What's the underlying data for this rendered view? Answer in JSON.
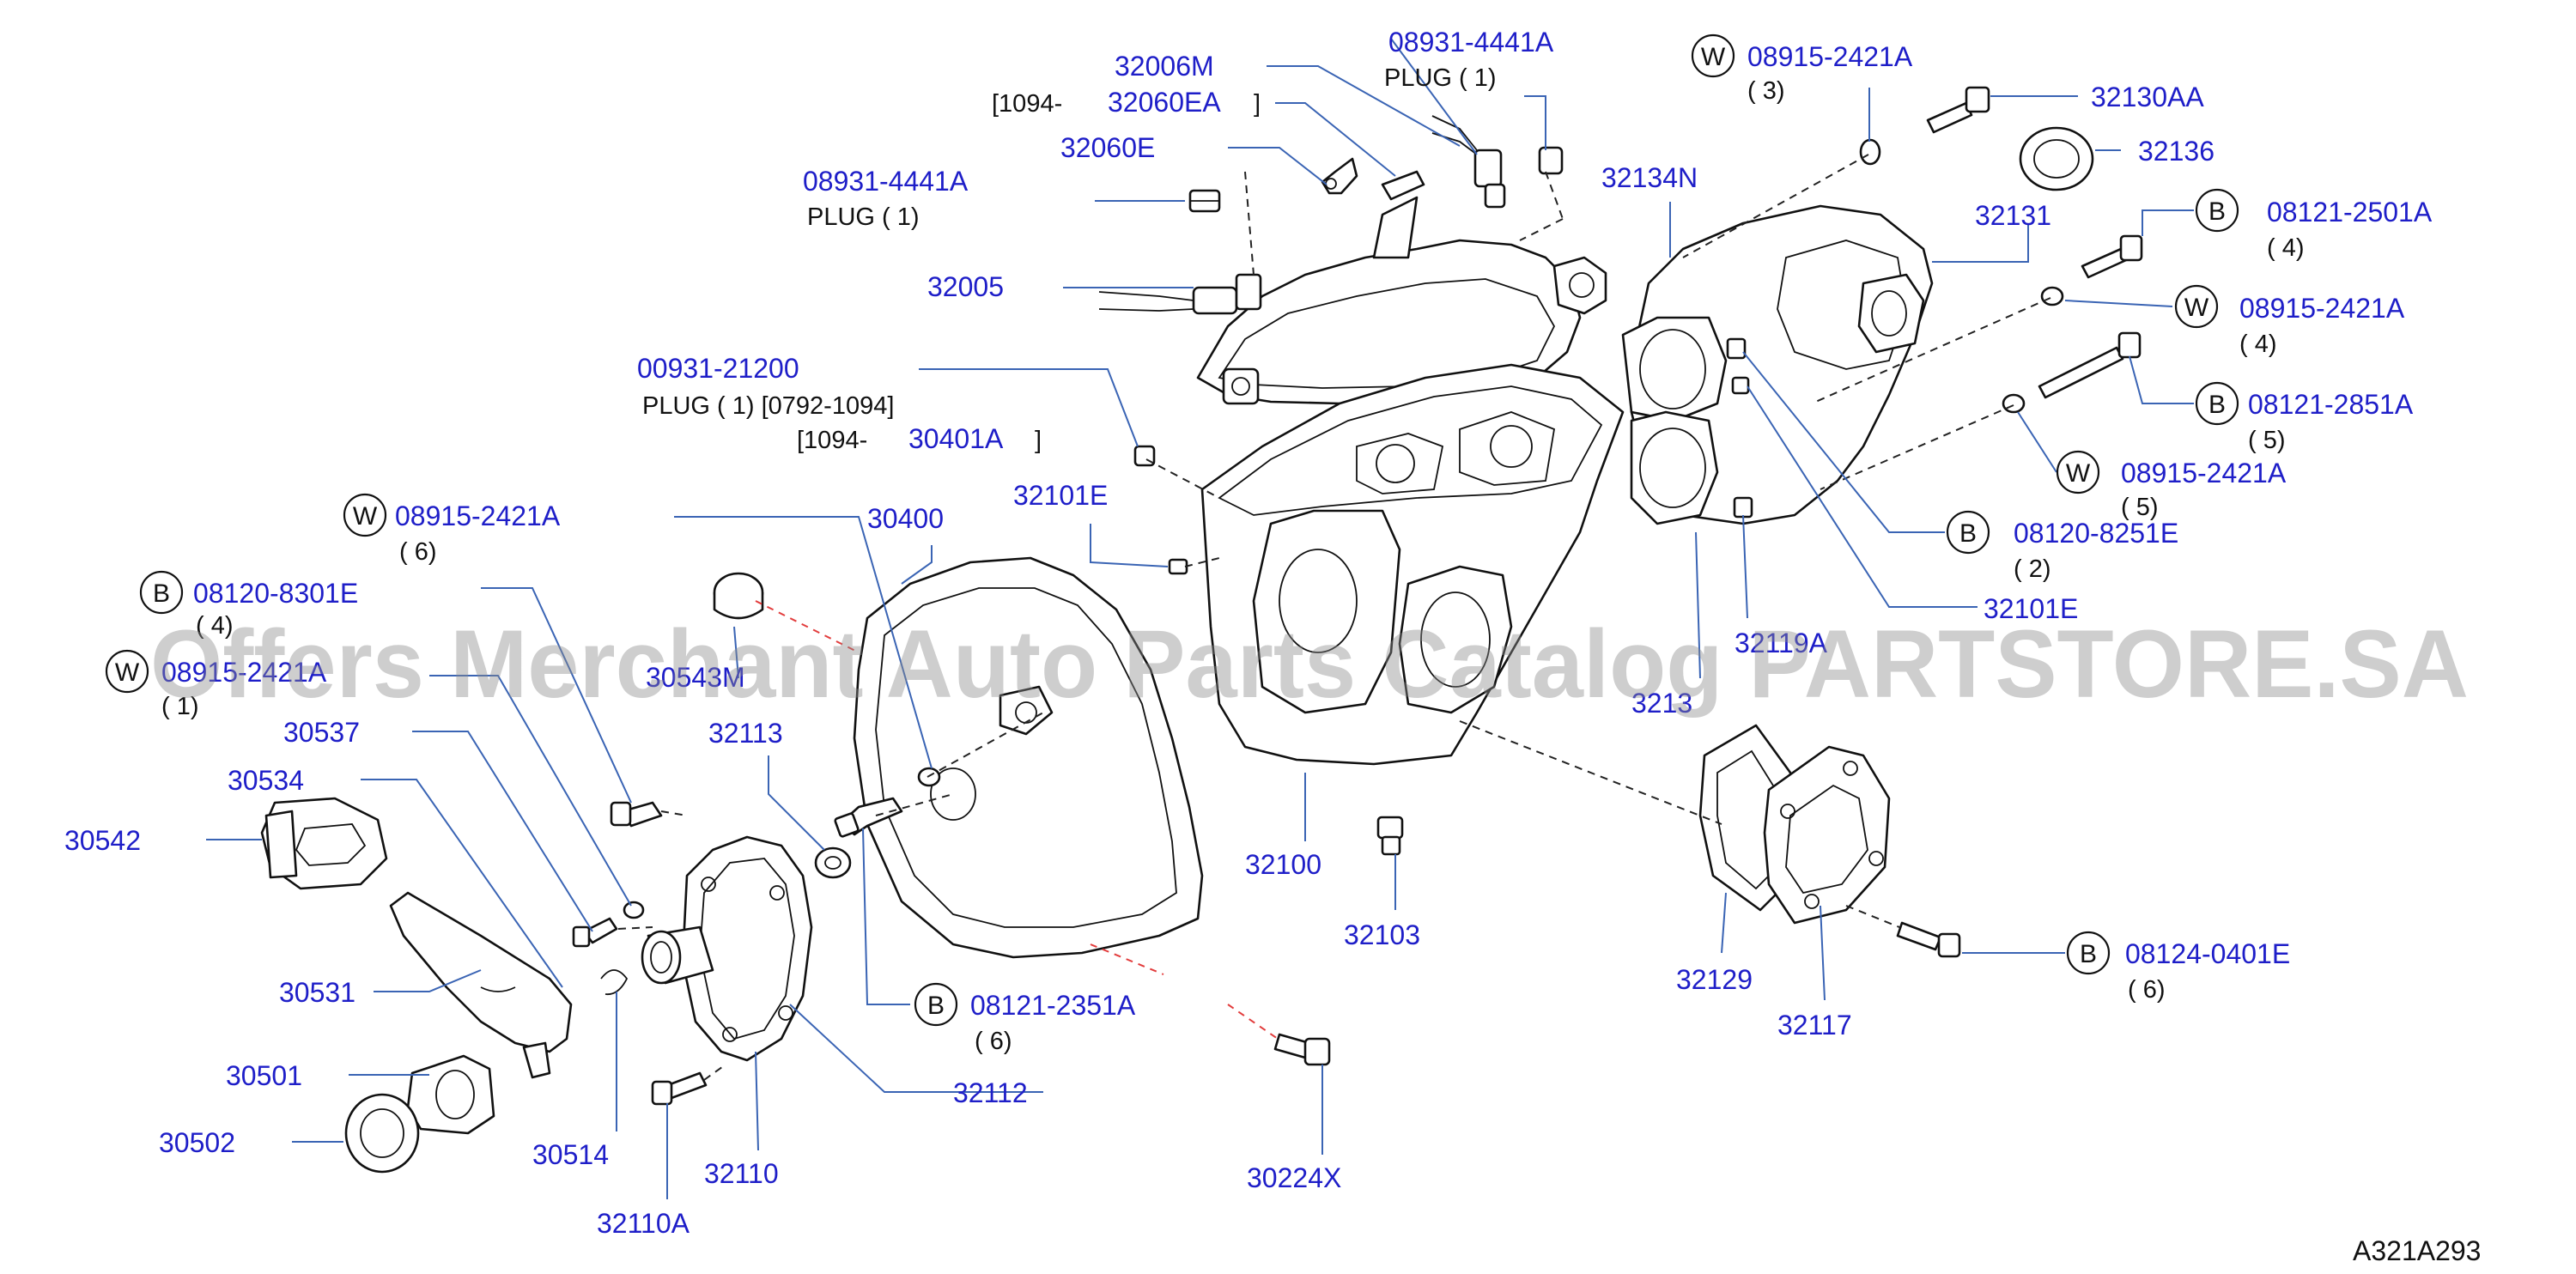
{
  "watermark": "Offers Merchant Auto Parts Catalog PARTSTORE.SA",
  "diagram_code": "A321A293",
  "markers": {
    "W": "W",
    "B": "B"
  },
  "labels": {
    "p32006M": "32006M",
    "bracket_1094_open": "[1094-",
    "p32060EA": "32060EA",
    "bracket_close": "]",
    "p32060E": "32060E",
    "p08931_4441A": "08931-4441A",
    "plug_1": "PLUG  ( 1)",
    "p32005": "32005",
    "p00931_21200": "00931-21200",
    "plug_1_range": "PLUG  ( 1) [0792-1094]",
    "p30401A": "30401A",
    "p08915_2421A": "08915-2421A",
    "q3": "( 3)",
    "q6": "( 6)",
    "q4": "( 4)",
    "q5": "( 5)",
    "q2": "( 2)",
    "q1": "( 1)",
    "p32130AA": "32130AA",
    "p32136": "32136",
    "p32134N": "32134N",
    "p32131": "32131",
    "p08121_2501A": "08121-2501A",
    "p08121_2851A": "08121-2851A",
    "p08120_8251E": "08120-8251E",
    "p32101E": "32101E",
    "p32119A_partial": "32119A",
    "p32134_partial": "3213",
    "p30400": "30400",
    "p08120_8301E": "08120-8301E",
    "p30543M_partial": "30543M",
    "p08915_partial": "08915-2421A",
    "p30537": "30537",
    "p30534": "30534",
    "p30542": "30542",
    "p32113": "32113",
    "p30531": "30531",
    "p30501": "30501",
    "p30502": "30502",
    "p30514": "30514",
    "p32110": "32110",
    "p32110A": "32110A",
    "p32112": "32112",
    "p08121_2351A": "08121-2351A",
    "p32100": "32100",
    "p32103": "32103",
    "p30224X": "30224X",
    "p32129": "32129",
    "p32117": "32117",
    "p08124_0401E": "08124-0401E"
  },
  "colors": {
    "part_number": "#1e1ec8",
    "leader": "#3a64b4",
    "watermark": "#8c8c8c",
    "dash_red": "#e23c3c"
  }
}
